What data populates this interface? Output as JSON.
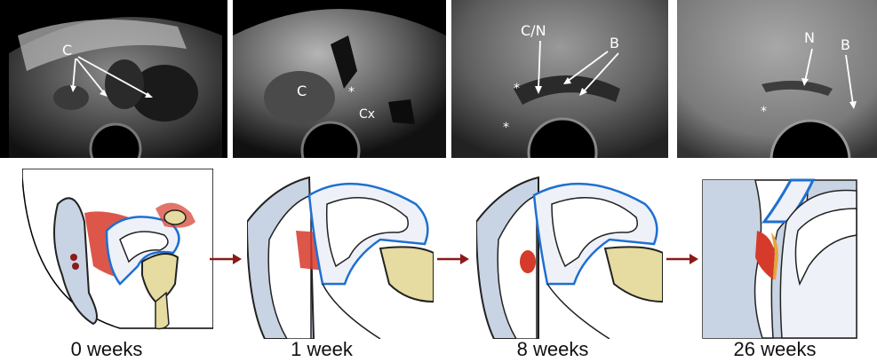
{
  "ultrasound_labels": {
    "panel1": {
      "c": "C"
    },
    "panel2": {
      "c": "C",
      "cx": "Cx",
      "star": "*"
    },
    "panel3": {
      "cn": "C/N",
      "b": "B",
      "star": "*"
    },
    "panel4": {
      "n": "N",
      "b": "B",
      "star": "*"
    }
  },
  "timepoints": [
    "0 weeks",
    "1 week",
    "8 weeks",
    "26 weeks"
  ],
  "colors": {
    "arrow": "#8b1a1a",
    "hematoma": "#d63a2a",
    "bladder": "#e6dba0",
    "uterus": "#c8d3e3",
    "lining": "#1f6fd1"
  }
}
